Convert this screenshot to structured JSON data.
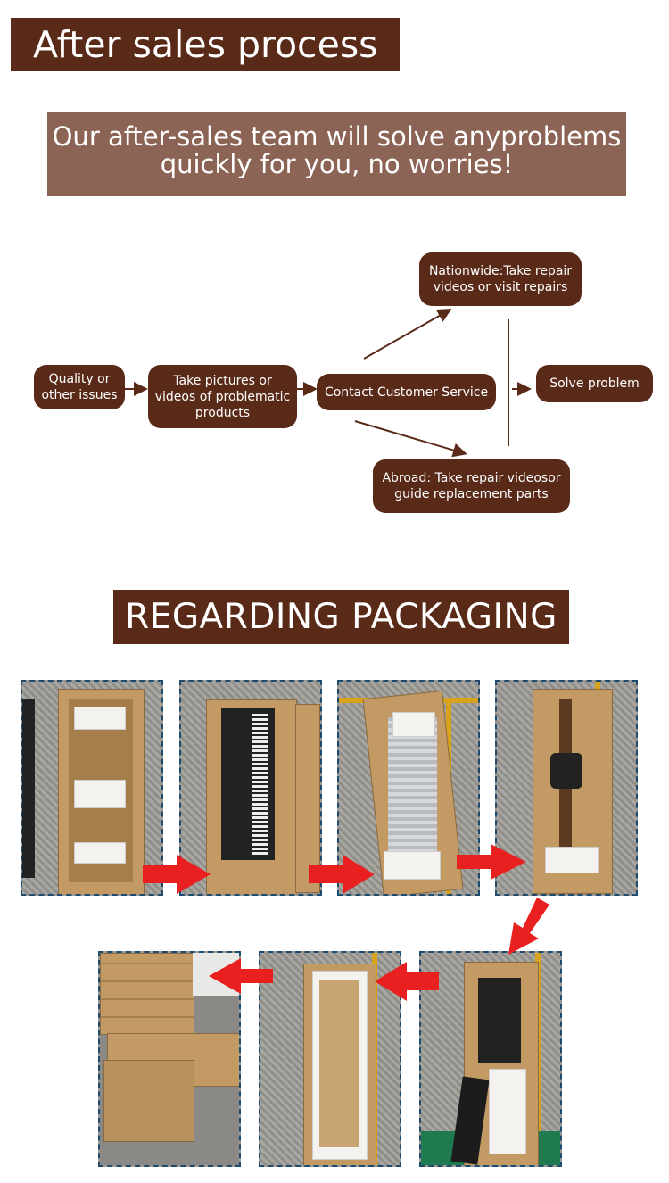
{
  "after_sales": {
    "title": "After sales process",
    "subtitle_line1": "Our after-sales team will solve anyproblems",
    "subtitle_line2": "quickly for you, no worries!"
  },
  "flow": {
    "n1": "Quality or other issues",
    "n2": "Take pictures or videos of problematic products",
    "n3": "Contact Customer Service",
    "n4": "Nationwide:Take repair videos or visit repairs",
    "n5": "Abroad: Take repair videosor guide replacement parts",
    "n6": "Solve problem"
  },
  "packaging": {
    "title": "REGARDING PACKAGING"
  },
  "colors": {
    "brown": "#5a2a19",
    "light_brown": "#8c6455",
    "arrow_red": "#e8201f",
    "frame_blue": "#1e4a6e"
  }
}
